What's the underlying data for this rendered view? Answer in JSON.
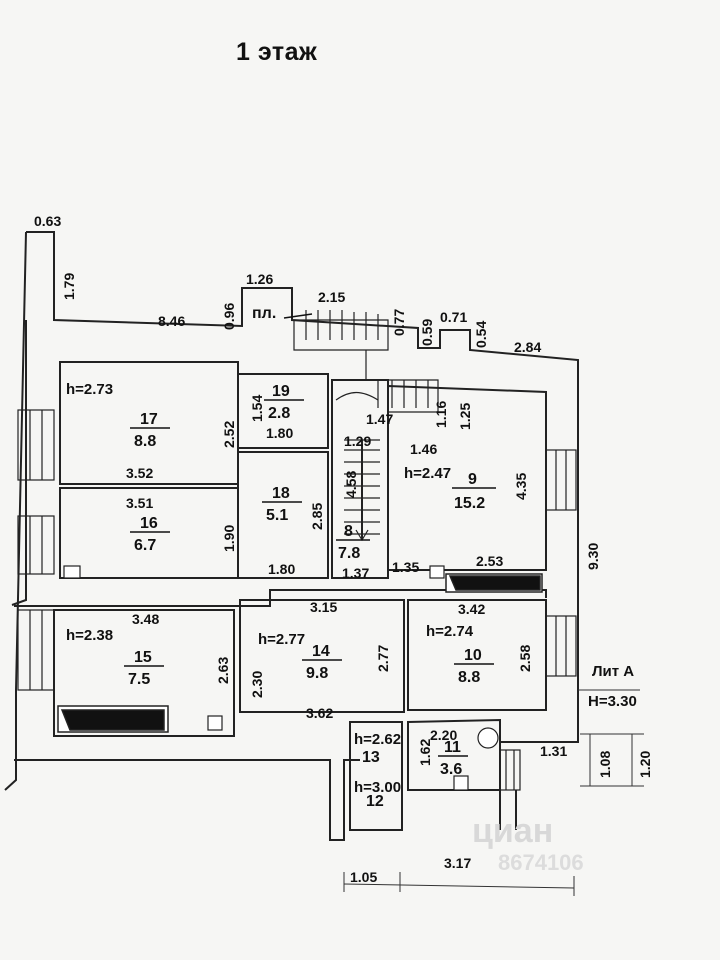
{
  "title": "1 этаж",
  "lit": {
    "name": "Лит А",
    "height": "Н=3.30"
  },
  "watermark": {
    "brand": "циан",
    "phone": "8674106"
  },
  "rooms": [
    {
      "num": "17",
      "area": "8.8",
      "h": "h=2.73"
    },
    {
      "num": "16",
      "area": "6.7"
    },
    {
      "num": "19",
      "area": "2.8"
    },
    {
      "num": "18",
      "area": "5.1"
    },
    {
      "num": "8",
      "area": "7.8"
    },
    {
      "num": "9",
      "area": "15.2",
      "h": "h=2.47"
    },
    {
      "num": "15",
      "area": "7.5",
      "h": "h=2.38"
    },
    {
      "num": "14",
      "area": "9.8",
      "h": "h=2.77"
    },
    {
      "num": "10",
      "area": "8.8",
      "h": "h=2.74"
    },
    {
      "num": "13",
      "h": "h=2.62"
    },
    {
      "num": "12",
      "h": "h=3.00"
    },
    {
      "num": "11",
      "area": "3.6"
    }
  ],
  "pl_label": "пл.",
  "dims": {
    "d063": "0.63",
    "d179": "1.79",
    "d126": "1.26",
    "d096": "0.96",
    "d215": "2.15",
    "d846": "8.46",
    "d077": "0.77",
    "d059": "0.59",
    "d071": "0.71",
    "d054": "0.54",
    "d284": "2.84",
    "d154": "1.54",
    "d252": "2.52",
    "d180a": "1.80",
    "d352": "3.52",
    "d351": "3.51",
    "d190": "1.90",
    "d285": "2.85",
    "d180b": "1.80",
    "d147": "1.47",
    "d116": "1.16",
    "d125": "1.25",
    "d129": "1.29",
    "d146": "1.46",
    "d458": "4.58",
    "d435": "4.35",
    "d137": "1.37",
    "d135": "1.35",
    "d253": "2.53",
    "d930": "9.30",
    "d348": "3.48",
    "d315": "3.15",
    "d342": "3.42",
    "d263": "2.63",
    "d230": "2.30",
    "d277": "2.77",
    "d258": "2.58",
    "d362": "3.62",
    "d162": "1.62",
    "d220": "2.20",
    "d131": "1.31",
    "d108": "1.08",
    "d120": "1.20",
    "d105": "1.05",
    "d317": "3.17"
  }
}
